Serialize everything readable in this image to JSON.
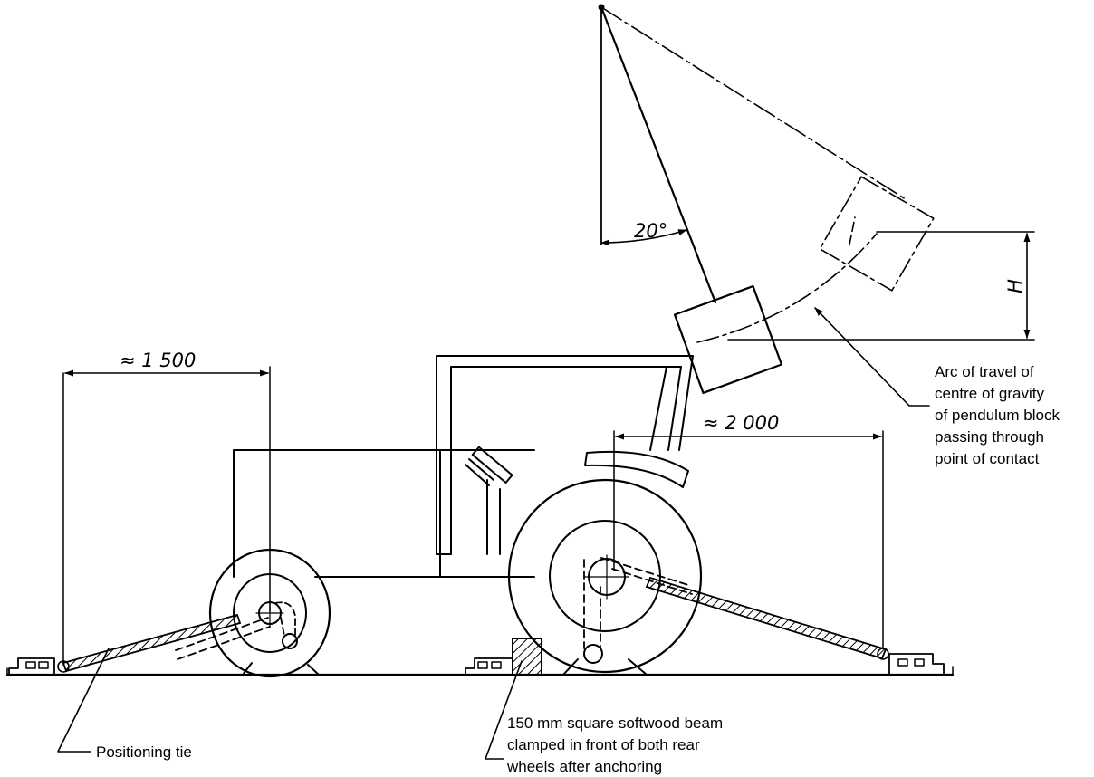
{
  "dimensions": {
    "front_distance": "≈ 1 500",
    "rear_distance": "≈ 2 000",
    "pendulum_angle": "20°",
    "height": "H"
  },
  "callouts": {
    "arc_lines": [
      "Arc of travel of",
      "centre of gravity",
      "of pendulum block",
      "passing through",
      "point of contact"
    ],
    "positioning_tie": "Positioning tie",
    "beam_lines": [
      "150 mm square softwood beam",
      "clamped in front of both rear",
      "wheels after anchoring"
    ]
  }
}
